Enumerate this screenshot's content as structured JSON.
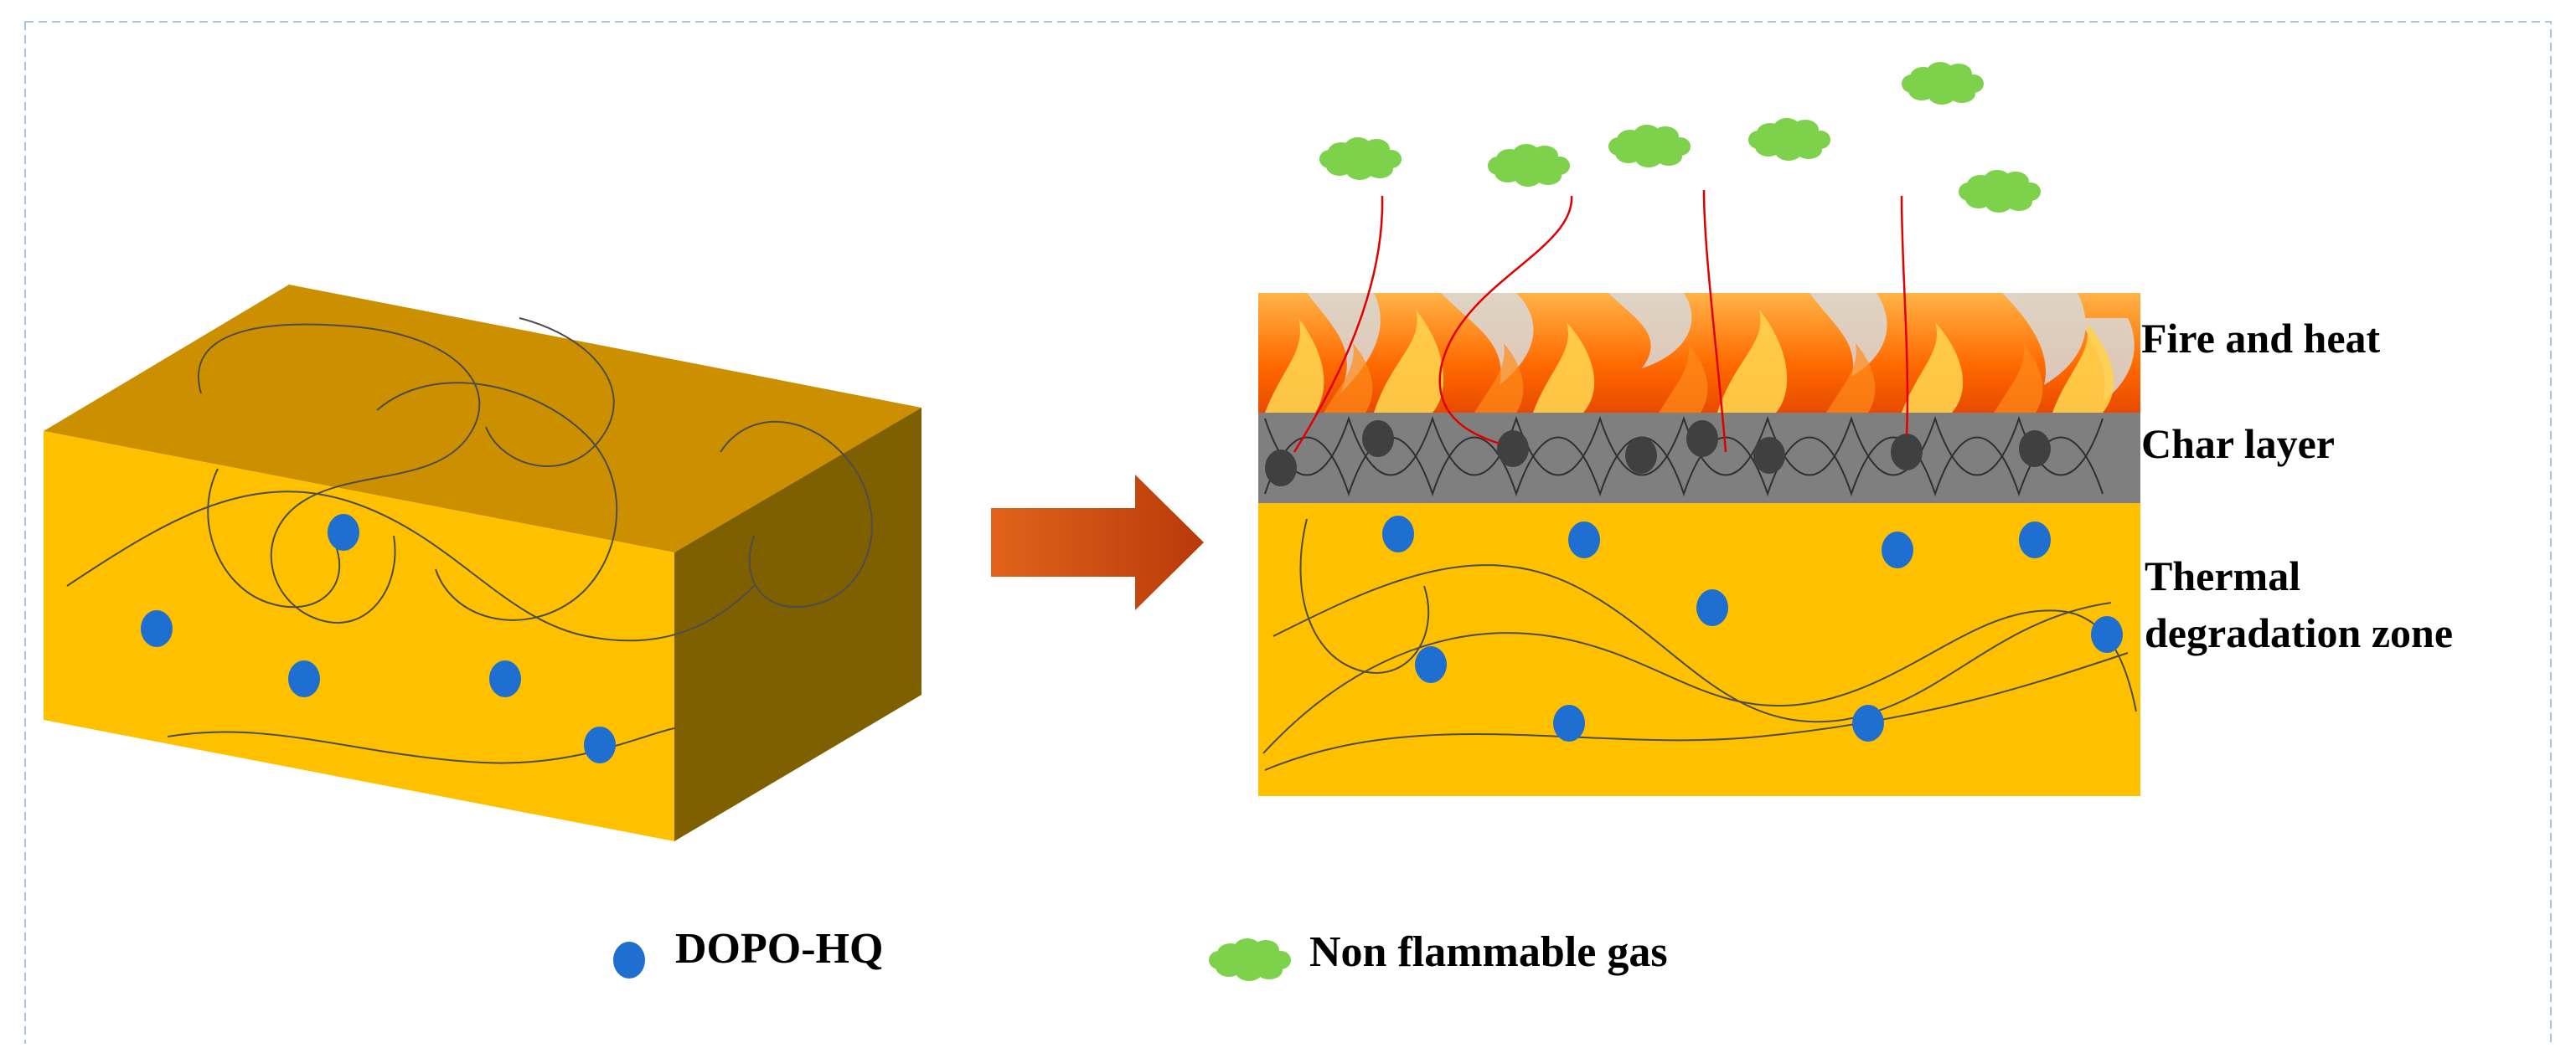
{
  "labels": {
    "fire_heat": "Fire and heat",
    "char_layer": "Char layer",
    "thermal_line1": "Thermal",
    "thermal_line2": "degradation zone"
  },
  "legend": {
    "dopo": "DOPO-HQ",
    "gas": "Non flammable gas"
  },
  "colors": {
    "matrix_yellow": "#ffc000",
    "matrix_top": "#cc8f00",
    "matrix_side": "#7f6000",
    "dopo_blue": "#1f6fd0",
    "gas_green": "#7ed14a",
    "char_gray": "#7f7f7f",
    "char_particle": "#404040",
    "arrow": "#d5500f",
    "fire_orange": "#ff6a00",
    "flame_red": "#e00000"
  },
  "icons": {
    "dopo": "blue-dot-icon",
    "gas": "green-cloud-icon",
    "arrow": "right-arrow-icon"
  }
}
